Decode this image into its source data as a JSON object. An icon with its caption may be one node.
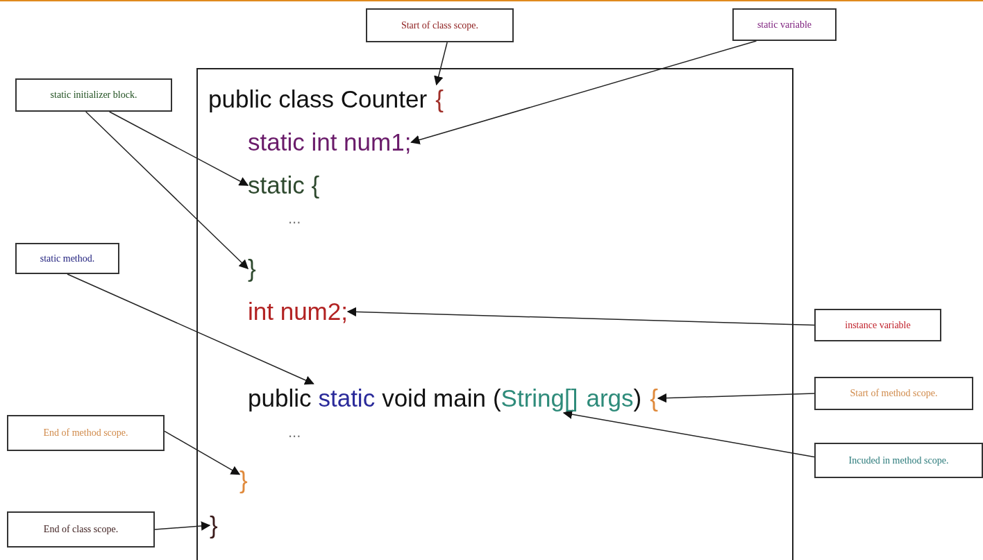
{
  "diagram": {
    "nodes": [
      {
        "text": [
          "Start of class scope."
        ]
      },
      {
        "text": [
          "static variable"
        ]
      },
      {
        "text": [
          "static initializer block."
        ]
      },
      {
        "text": [],
        "shape": "box"
      },
      {
        "text": [
          "public class Counter",
          "{"
        ],
        "in": 3
      },
      {
        "text": [
          "static int num1;"
        ],
        "in": 3
      },
      {
        "text": [
          "static {"
        ],
        "in": 3
      },
      {
        "text": [
          "}"
        ],
        "in": 3
      },
      {
        "text": [
          "static method."
        ]
      },
      {
        "text": [
          "int num2;"
        ],
        "in": 3
      },
      {
        "text": [
          "instance variable"
        ]
      },
      {
        "text": [
          "public",
          "static",
          "void main",
          "(",
          "String[]",
          "args",
          ")",
          "{"
        ],
        "in": 3
      },
      {
        "text": [
          "Start of method scope."
        ]
      },
      {
        "text": [
          "Incuded in method scope."
        ]
      },
      {
        "text": [
          "End of method scope."
        ]
      },
      {
        "text": [
          "}"
        ],
        "in": 3
      },
      {
        "text": [
          "End of class scope."
        ]
      },
      {
        "text": [
          "}"
        ],
        "in": 3
      }
    ],
    "edges": [
      {
        "from": 0,
        "to": 4,
        "arrow": "to"
      },
      {
        "from": 1,
        "to": 5,
        "arrow": "to"
      },
      {
        "from": 2,
        "to": 6,
        "arrow": "to"
      },
      {
        "from": 2,
        "to": 7,
        "arrow": "to"
      },
      {
        "from": 8,
        "to": 11,
        "arrow": "to"
      },
      {
        "from": 10,
        "to": 9,
        "arrow": "to"
      },
      {
        "from": 12,
        "to": 11,
        "arrow": "to"
      },
      {
        "from": 13,
        "to": 11,
        "arrow": "to"
      },
      {
        "from": 14,
        "to": 15,
        "arrow": "to"
      },
      {
        "from": 16,
        "to": 17,
        "arrow": "to"
      }
    ],
    "labels": [
      "...",
      "..."
    ]
  }
}
